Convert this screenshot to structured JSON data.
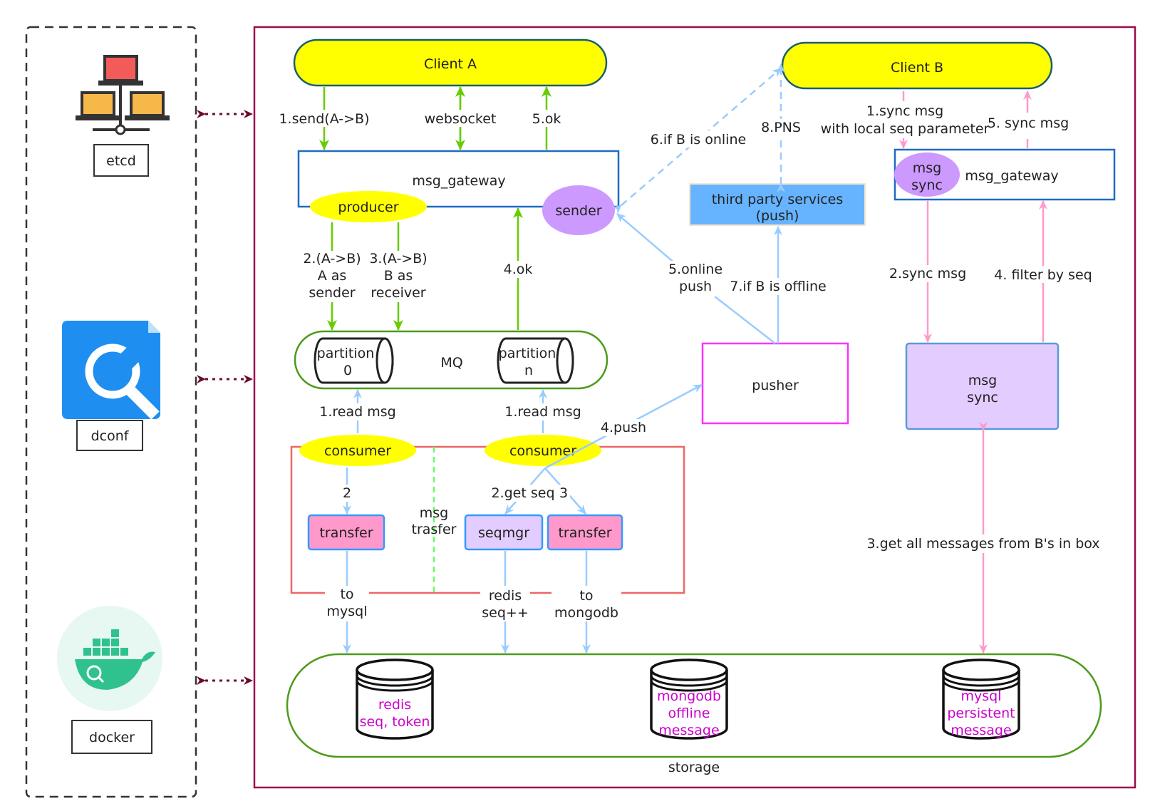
{
  "sidebar": {
    "etcd": "etcd",
    "dconf": "dconf",
    "docker": "docker"
  },
  "clients": {
    "a": "Client A",
    "b": "Client B"
  },
  "gateway_a": {
    "label": "msg_gateway",
    "producer": "producer",
    "sender": "sender"
  },
  "gateway_b": {
    "label": "msg_gateway",
    "sync_line1": "msg",
    "sync_line2": "sync"
  },
  "mq": {
    "label": "MQ",
    "p0_line1": "partition",
    "p0_line2": "0",
    "pn_line1": "partition",
    "pn_line2": "n"
  },
  "third_party": {
    "line1": "third party services",
    "line2": "(push)"
  },
  "pusher": "pusher",
  "msg_sync": {
    "line1": "msg",
    "line2": "sync"
  },
  "transfer_group": {
    "consumer_left": "consumer",
    "consumer_right": "consumer",
    "divider_line1": "msg",
    "divider_line2": "trasfer",
    "transfer_left": "transfer",
    "seqmgr": "seqmgr",
    "transfer_right": "transfer"
  },
  "storage": {
    "label": "storage",
    "redis_line1": "redis",
    "redis_line2": "seq, token",
    "mongo_line1": "mongodb",
    "mongo_line2": "offline",
    "mongo_line3": "message",
    "mysql_line1": "mysql",
    "mysql_line2": "persistent",
    "mysql_line3": "message"
  },
  "edges": {
    "send": "1.send(A->B)",
    "websocket": "websocket",
    "ok5": "5.ok",
    "a_sender_1": "2.(A->B)",
    "a_sender_2": "A as",
    "a_sender_3": "sender",
    "b_receiver_1": "3.(A->B)",
    "b_receiver_2": "B as",
    "b_receiver_3": "receiver",
    "ok4": "4.ok",
    "if_online": "6.if B is online",
    "pns": "8.PNS",
    "online_push_1": "5.online",
    "online_push_2": "push",
    "if_offline": "7.if B is offline",
    "sync_msg_1a": "1.sync msg",
    "sync_msg_1b": "with local seq parameter",
    "sync_msg_5": "5. sync msg",
    "sync_msg_2": "2.sync msg",
    "filter_seq": "4. filter by seq",
    "read_msg_left": "1.read msg",
    "read_msg_right": "1.read msg",
    "push4": "4.push",
    "step2": "2",
    "get_seq": "2.get seq",
    "step3": "3",
    "to_mysql_1": "to",
    "to_mysql_2": "mysql",
    "redis_seq_1": "redis",
    "redis_seq_2": "seq++",
    "to_mongo_1": "to",
    "to_mongo_2": "mongodb",
    "get_all": "3.get all messages from B's in box"
  },
  "colors": {
    "frame": "#9c0b4e",
    "client_fill": "#ffff00",
    "gateway_border": "#1e6bc4",
    "mq_border": "#4d9a18",
    "green_arrow": "#66cc00",
    "blue_arrow": "#99ccff",
    "pink_arrow": "#ff99cc",
    "pusher_border": "#ff33ff",
    "msgsync_fill": "#e3ccff",
    "transfer_fill": "#ff99cc",
    "group_border": "#ee6666",
    "storage_text": "#cc00cc"
  }
}
